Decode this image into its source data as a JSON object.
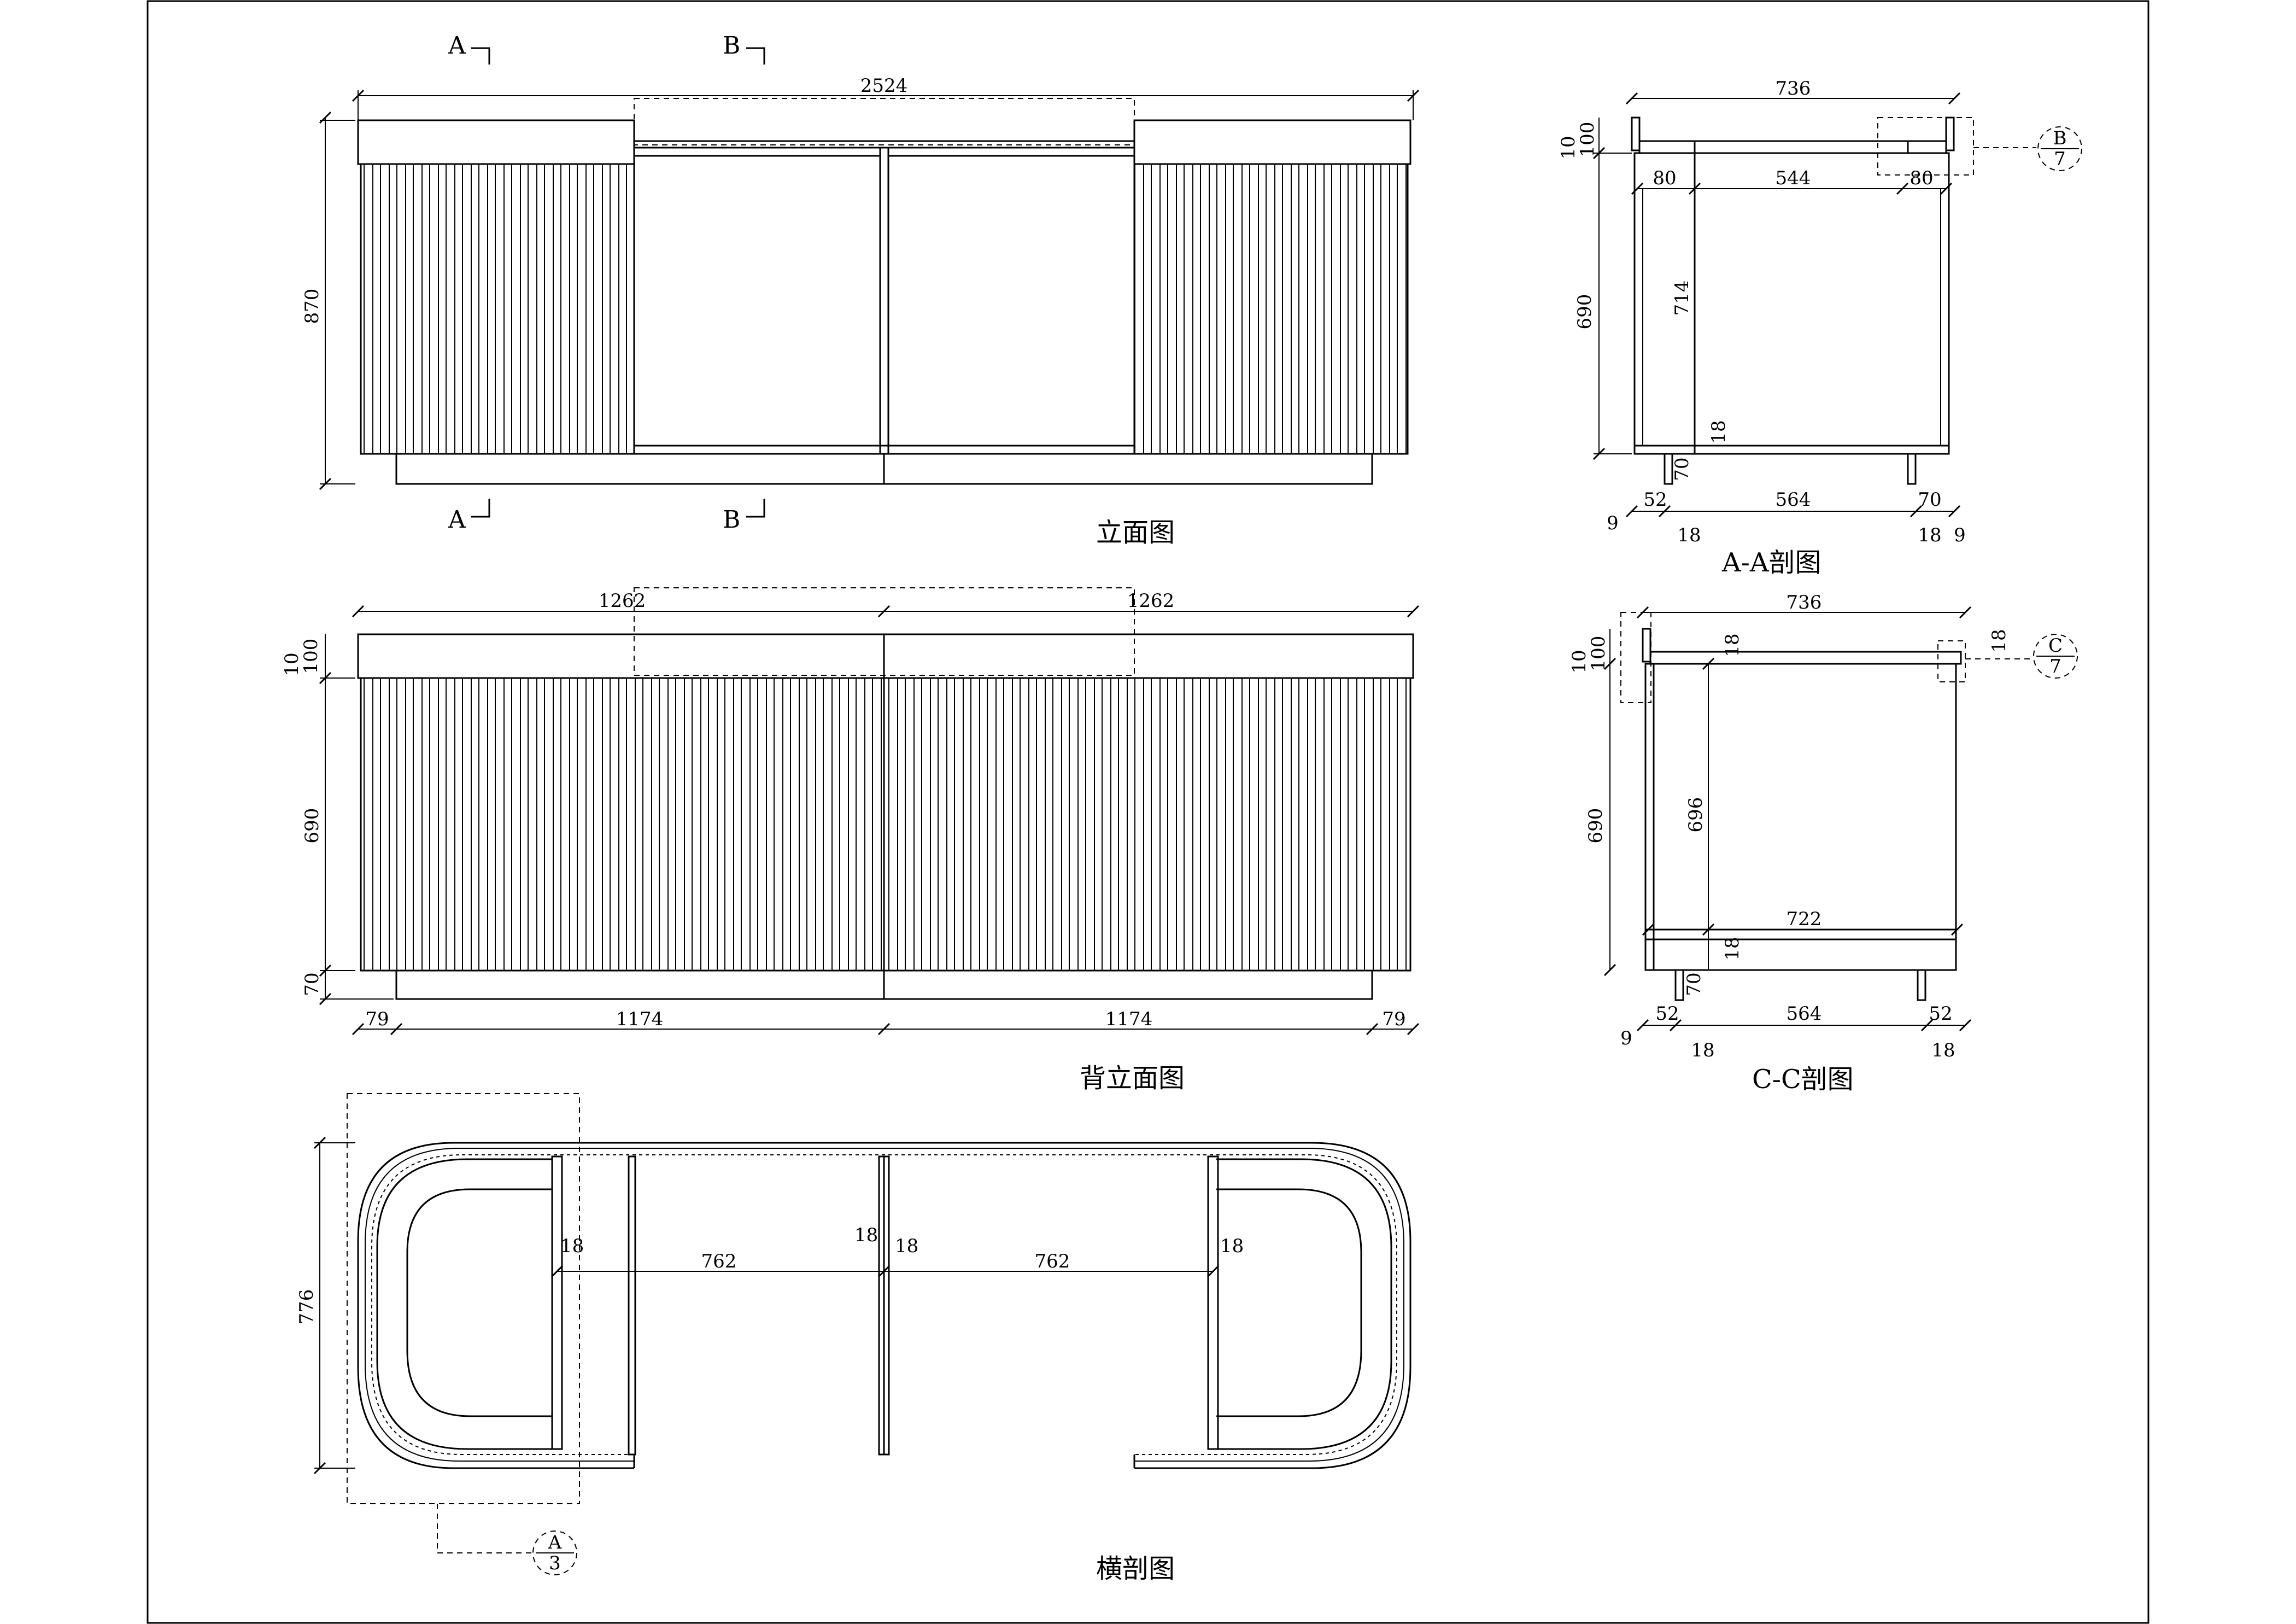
{
  "titles": {
    "elevation": "立面图",
    "back_elevation": "背立面图",
    "plan_section": "横剖图",
    "section_aa": "A-A剖图",
    "section_cc": "C-C剖图"
  },
  "cut_marks": {
    "a": "A",
    "b": "B"
  },
  "callouts": {
    "b7": {
      "letter": "B",
      "sheet": "7"
    },
    "c7": {
      "letter": "C",
      "sheet": "7"
    },
    "a3": {
      "letter": "A",
      "sheet": "3"
    }
  },
  "dims": {
    "elevation": {
      "total_width": "2524",
      "height": "870"
    },
    "back": {
      "left_width": "1262",
      "right_width": "1262",
      "top_thick": "10",
      "top_height": "100",
      "body": "690",
      "base": "70",
      "bottom": [
        "79",
        "1174",
        "1174",
        "79"
      ]
    },
    "plan": {
      "depth": "776",
      "span_left": "762",
      "span_right": "762",
      "panel": "18"
    },
    "aa": {
      "width": "736",
      "top_thick": "10",
      "top_height": "100",
      "inner": [
        "80",
        "544",
        "80"
      ],
      "body": "690",
      "inner_height": "714",
      "shelf": "18",
      "base": "70",
      "bottom": [
        "9",
        "52",
        "18",
        "564",
        "70",
        "18",
        "9"
      ]
    },
    "cc": {
      "width": "736",
      "top_thick": "10",
      "top_height": "100",
      "panel": "18",
      "body": "690",
      "inner_height": "696",
      "shelf_width": "722",
      "shelf": "18",
      "base": "70",
      "bottom": [
        "9",
        "52",
        "18",
        "564",
        "52",
        "18"
      ]
    }
  }
}
